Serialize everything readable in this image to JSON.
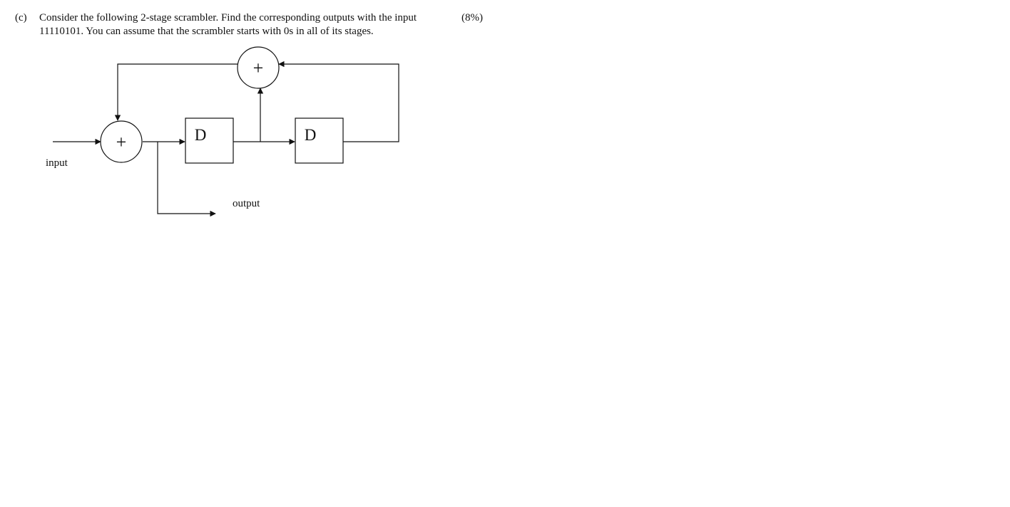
{
  "question": {
    "label": "(c)",
    "text": "Consider the following 2-stage scrambler. Find the corresponding outputs with the input 11110101. You can assume that the scrambler starts with 0s in all of its stages.",
    "marks": "(8%)"
  },
  "diagram": {
    "input_label": "input",
    "output_label": "output",
    "adder_symbol": "+",
    "delay_label": "D"
  }
}
